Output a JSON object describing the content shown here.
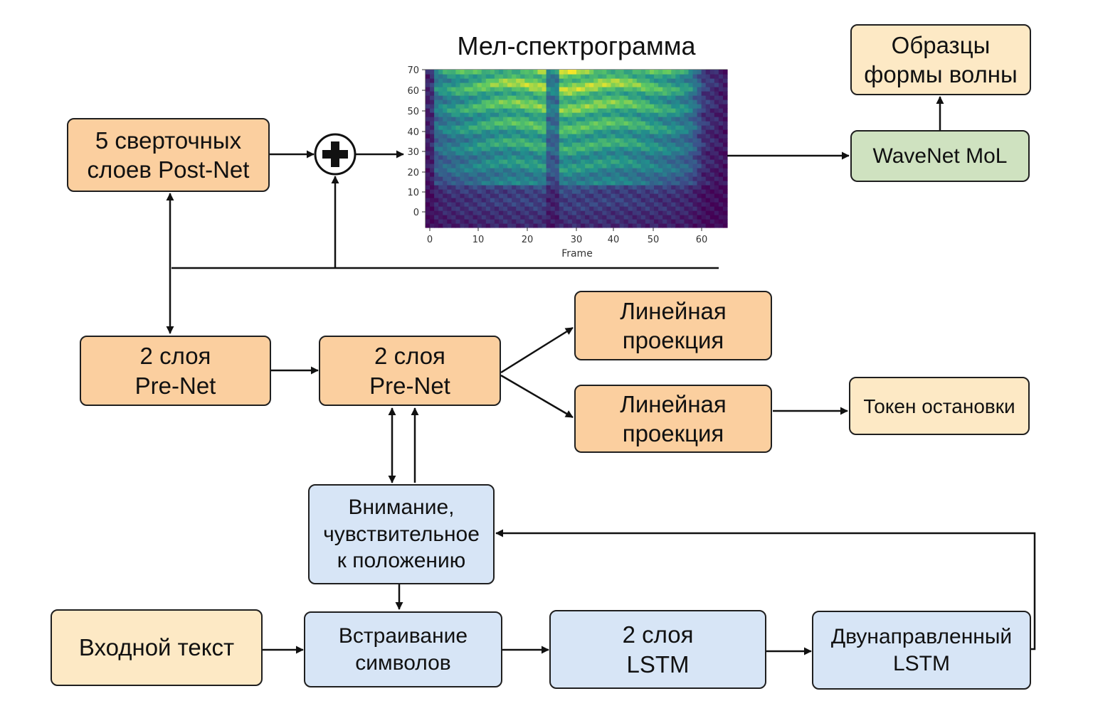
{
  "diagram": {
    "nodes": {
      "postnet": "5 сверточных\nслоев Post-Net",
      "samples": "Образцы\nформы волны",
      "wavenet": "WaveNet MoL",
      "prenet1": "2 слоя\nPre-Net",
      "prenet2": "2 слоя\nPre-Net",
      "linproj1": "Линейная\nпроекция",
      "linproj2": "Линейная\nпроекция",
      "stop_token": "Токен остановки",
      "attention": "Внимание,\nчувствительное\nк положению",
      "input_text": "Входной текст",
      "char_embed": "Встраивание\nсимволов",
      "lstm2": "2 слоя\nLSTM",
      "bilstm": "Двунаправленный\nLSTM"
    },
    "plus_icon": "plus-circle-icon"
  },
  "spectrogram": {
    "title": "Мел-спектрограмма",
    "xlabel": "Frame",
    "xticks": [
      "0",
      "10",
      "20",
      "30",
      "40",
      "50",
      "60"
    ],
    "yticks": [
      "70",
      "60",
      "50",
      "40",
      "30",
      "20",
      "10",
      "0"
    ],
    "colormap": "viridis"
  },
  "colors": {
    "orange": "#fbcf9f",
    "cream": "#fde9c5",
    "blue": "#d7e5f6",
    "green": "#cfe2c0"
  }
}
